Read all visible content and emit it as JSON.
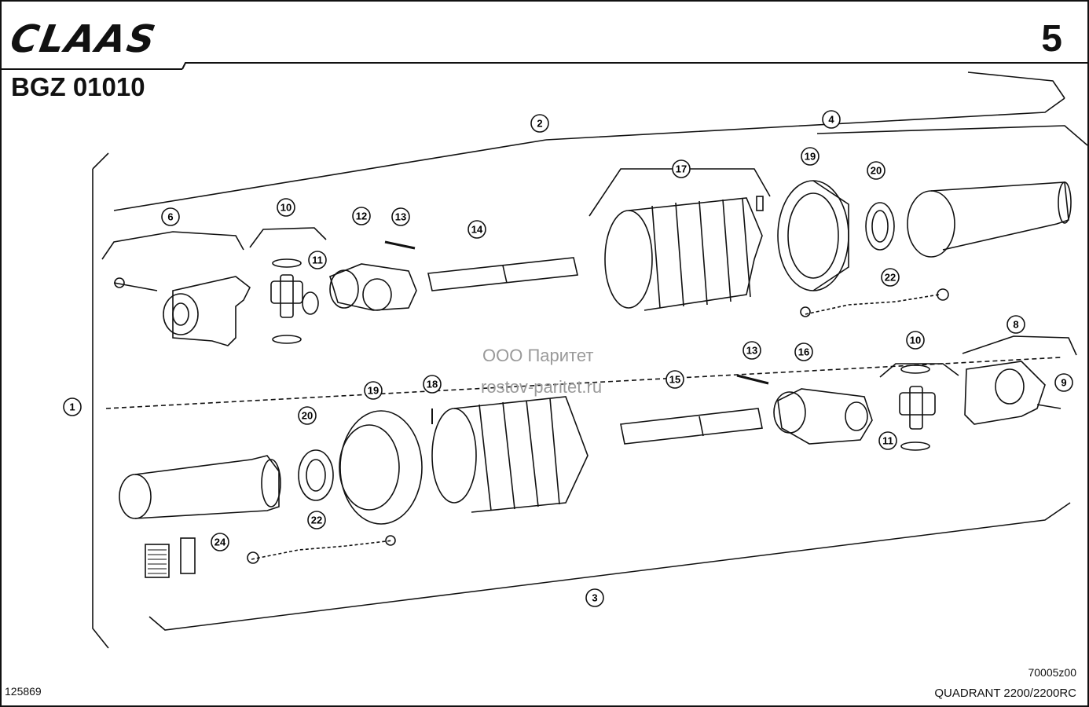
{
  "header": {
    "brand": "CLAAS",
    "page_number": "5",
    "group_code": "BGZ 01010"
  },
  "watermark": {
    "line1": "ООО Паритет",
    "line2": "rostov-paritet.ru"
  },
  "footer": {
    "figure_ref": "70005z00",
    "model": "QUADRANT 2200/2200RC",
    "doc_number": "125869"
  },
  "callouts": [
    {
      "id": "c1",
      "label": "1"
    },
    {
      "id": "c2",
      "label": "2"
    },
    {
      "id": "c3",
      "label": "3"
    },
    {
      "id": "c4",
      "label": "4"
    },
    {
      "id": "c6",
      "label": "6"
    },
    {
      "id": "c8",
      "label": "8"
    },
    {
      "id": "c9",
      "label": "9"
    },
    {
      "id": "c10a",
      "label": "10"
    },
    {
      "id": "c10b",
      "label": "10"
    },
    {
      "id": "c11a",
      "label": "11"
    },
    {
      "id": "c11b",
      "label": "11"
    },
    {
      "id": "c12",
      "label": "12"
    },
    {
      "id": "c13a",
      "label": "13"
    },
    {
      "id": "c13b",
      "label": "13"
    },
    {
      "id": "c14",
      "label": "14"
    },
    {
      "id": "c15",
      "label": "15"
    },
    {
      "id": "c16",
      "label": "16"
    },
    {
      "id": "c17",
      "label": "17"
    },
    {
      "id": "c18",
      "label": "18"
    },
    {
      "id": "c19a",
      "label": "19"
    },
    {
      "id": "c19b",
      "label": "19"
    },
    {
      "id": "c20a",
      "label": "20"
    },
    {
      "id": "c20b",
      "label": "20"
    },
    {
      "id": "c22a",
      "label": "22"
    },
    {
      "id": "c22b",
      "label": "22"
    },
    {
      "id": "c24",
      "label": "24"
    }
  ]
}
